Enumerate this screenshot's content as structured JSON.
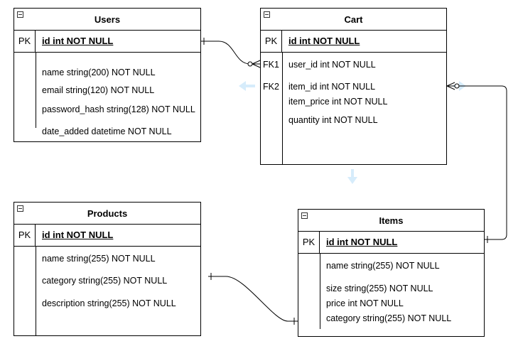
{
  "users": {
    "title": "Users",
    "pk_label": "PK",
    "pk_field": "id int NOT NULL",
    "fields": [
      "name string(200) NOT NULL",
      "email string(120) NOT NULL",
      "password_hash string(128) NOT NULL",
      "date_added datetime NOT NULL"
    ]
  },
  "cart": {
    "title": "Cart",
    "pk_label": "PK",
    "pk_field": "id int NOT NULL",
    "fk1_label": "FK1",
    "fk2_label": "FK2",
    "fields": [
      "user_id int NOT NULL",
      "item_id int NOT NULL",
      "item_price int NOT NULL",
      "quantity int NOT NULL"
    ]
  },
  "products": {
    "title": "Products",
    "pk_label": "PK",
    "pk_field": "id int NOT NULL",
    "fields": [
      "name string(255) NOT NULL",
      "category string(255) NOT NULL",
      "description string(255) NOT NULL"
    ]
  },
  "items": {
    "title": "Items",
    "pk_label": "PK",
    "pk_field": "id int NOT NULL",
    "fields": [
      "name string(255) NOT NULL",
      "size string(255) NOT NULL",
      "price int NOT NULL",
      "category string(255) NOT NULL"
    ]
  },
  "colors": {
    "line": "#000000",
    "hint_arrow": "#d6ecfb"
  }
}
